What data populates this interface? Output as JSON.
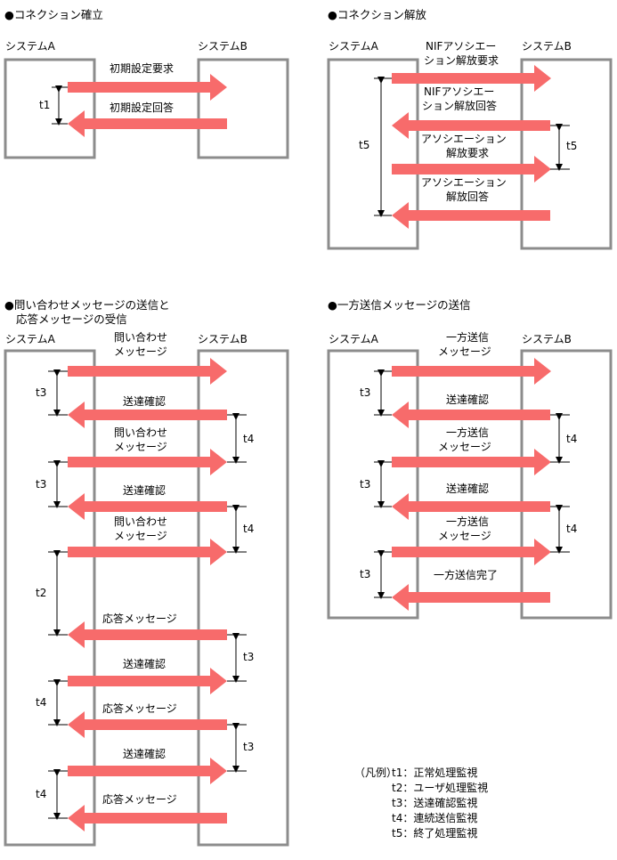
{
  "sections": {
    "connect": {
      "title": "●コネクション確立",
      "sys_a": "システムA",
      "sys_b": "システムB",
      "msg1": "初期設定要求",
      "msg2": "初期設定回答",
      "t": "t1"
    },
    "release": {
      "title": "●コネクション解放",
      "sys_a": "システムA",
      "sys_b": "システムB",
      "msg1": [
        "NIFアソシエー",
        "ション解放要求"
      ],
      "msg2": [
        "NIFアソシエー",
        "ション解放回答"
      ],
      "msg3": [
        "アソシエーション",
        "解放要求"
      ],
      "msg4": [
        "アソシエーション",
        "解放回答"
      ],
      "t_left": "t5",
      "t_right": "t5"
    },
    "inquiry": {
      "title": [
        "●問い合わせメッセージの送信と",
        "応答メッセージの受信"
      ],
      "sys_a": "システムA",
      "sys_b": "システムB",
      "inq": [
        "問い合わせ",
        "メッセージ"
      ],
      "ack": "送達確認",
      "resp": "応答メッセージ",
      "t": {
        "t3": "t3",
        "t4": "t4",
        "t2": "t2"
      }
    },
    "oneway": {
      "title": "●一方送信メッセージの送信",
      "sys_a": "システムA",
      "sys_b": "システムB",
      "msg": [
        "一方送信",
        "メッセージ"
      ],
      "ack": "送達確認",
      "done": "一方送信完了",
      "t": {
        "t3": "t3",
        "t4": "t4"
      }
    }
  },
  "legend": {
    "label": "（凡例）",
    "items": [
      "t1：正常処理監視",
      "t2：ユーザ処理監視",
      "t3：送達確認監視",
      "t4：連続送信監視",
      "t5：終了処理監視"
    ]
  },
  "colors": {
    "arrow": "#f76b6b",
    "box": "#8c8c8c"
  }
}
